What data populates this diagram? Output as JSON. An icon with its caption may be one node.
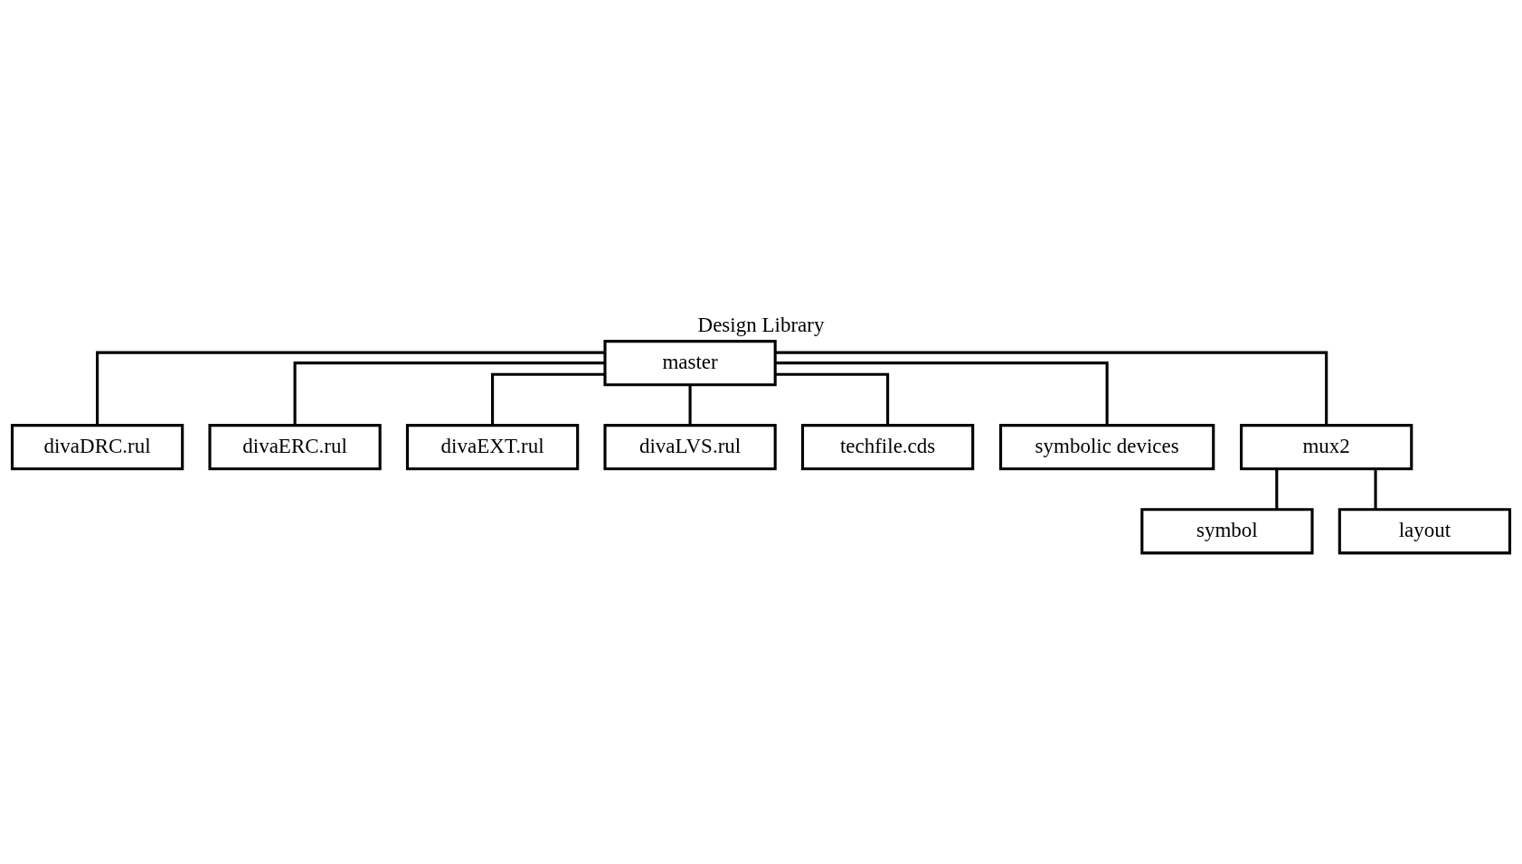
{
  "diagram": {
    "title": "Design Library",
    "nodes": [
      {
        "text": [
          "master"
        ]
      },
      {
        "text": [
          "divaDRC.rul"
        ]
      },
      {
        "text": [
          "divaERC.rul"
        ]
      },
      {
        "text": [
          "divaEXT.rul"
        ]
      },
      {
        "text": [
          "divaLVS.rul"
        ]
      },
      {
        "text": [
          "techfile.cds"
        ]
      },
      {
        "text": [
          "symbolic devices"
        ]
      },
      {
        "text": [
          "mux2"
        ]
      },
      {
        "text": [
          "symbol"
        ]
      },
      {
        "text": [
          "layout"
        ]
      }
    ],
    "edges": [
      {
        "from": 0,
        "to": 1,
        "arrow": "none"
      },
      {
        "from": 0,
        "to": 2,
        "arrow": "none"
      },
      {
        "from": 0,
        "to": 3,
        "arrow": "none"
      },
      {
        "from": 0,
        "to": 4,
        "arrow": "none"
      },
      {
        "from": 0,
        "to": 5,
        "arrow": "none"
      },
      {
        "from": 0,
        "to": 6,
        "arrow": "none"
      },
      {
        "from": 0,
        "to": 7,
        "arrow": "none"
      },
      {
        "from": 7,
        "to": 8,
        "arrow": "none"
      },
      {
        "from": 7,
        "to": 9,
        "arrow": "none"
      }
    ]
  }
}
